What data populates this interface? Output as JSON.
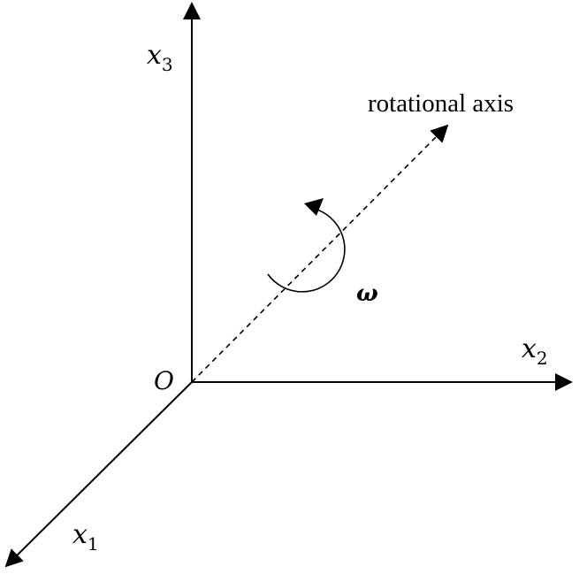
{
  "diagram": {
    "axes": {
      "x1": {
        "symbol": "x",
        "subscript": "1"
      },
      "x2": {
        "symbol": "x",
        "subscript": "2"
      },
      "x3": {
        "symbol": "x",
        "subscript": "3"
      }
    },
    "origin_label": "O",
    "rotational_axis_label": "rotational axis",
    "angular_velocity_label": "ω",
    "colors": {
      "stroke": "#000000",
      "background": "#ffffff"
    }
  }
}
